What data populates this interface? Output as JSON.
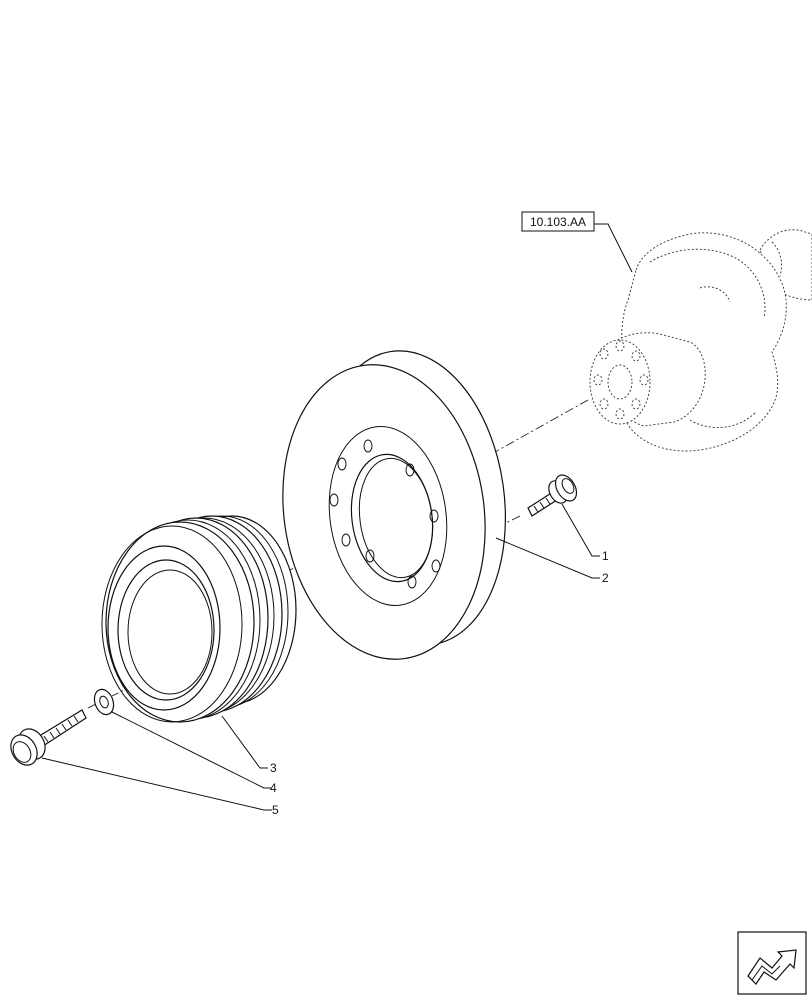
{
  "reference": {
    "code": "10.103.AA"
  },
  "callouts": [
    {
      "number": "1"
    },
    {
      "number": "2"
    },
    {
      "number": "3"
    },
    {
      "number": "4"
    },
    {
      "number": "5"
    }
  ],
  "icons": {
    "navigation": "next-page-arrow-icon"
  },
  "colors": {
    "line": "#111111",
    "background": "#ffffff"
  }
}
